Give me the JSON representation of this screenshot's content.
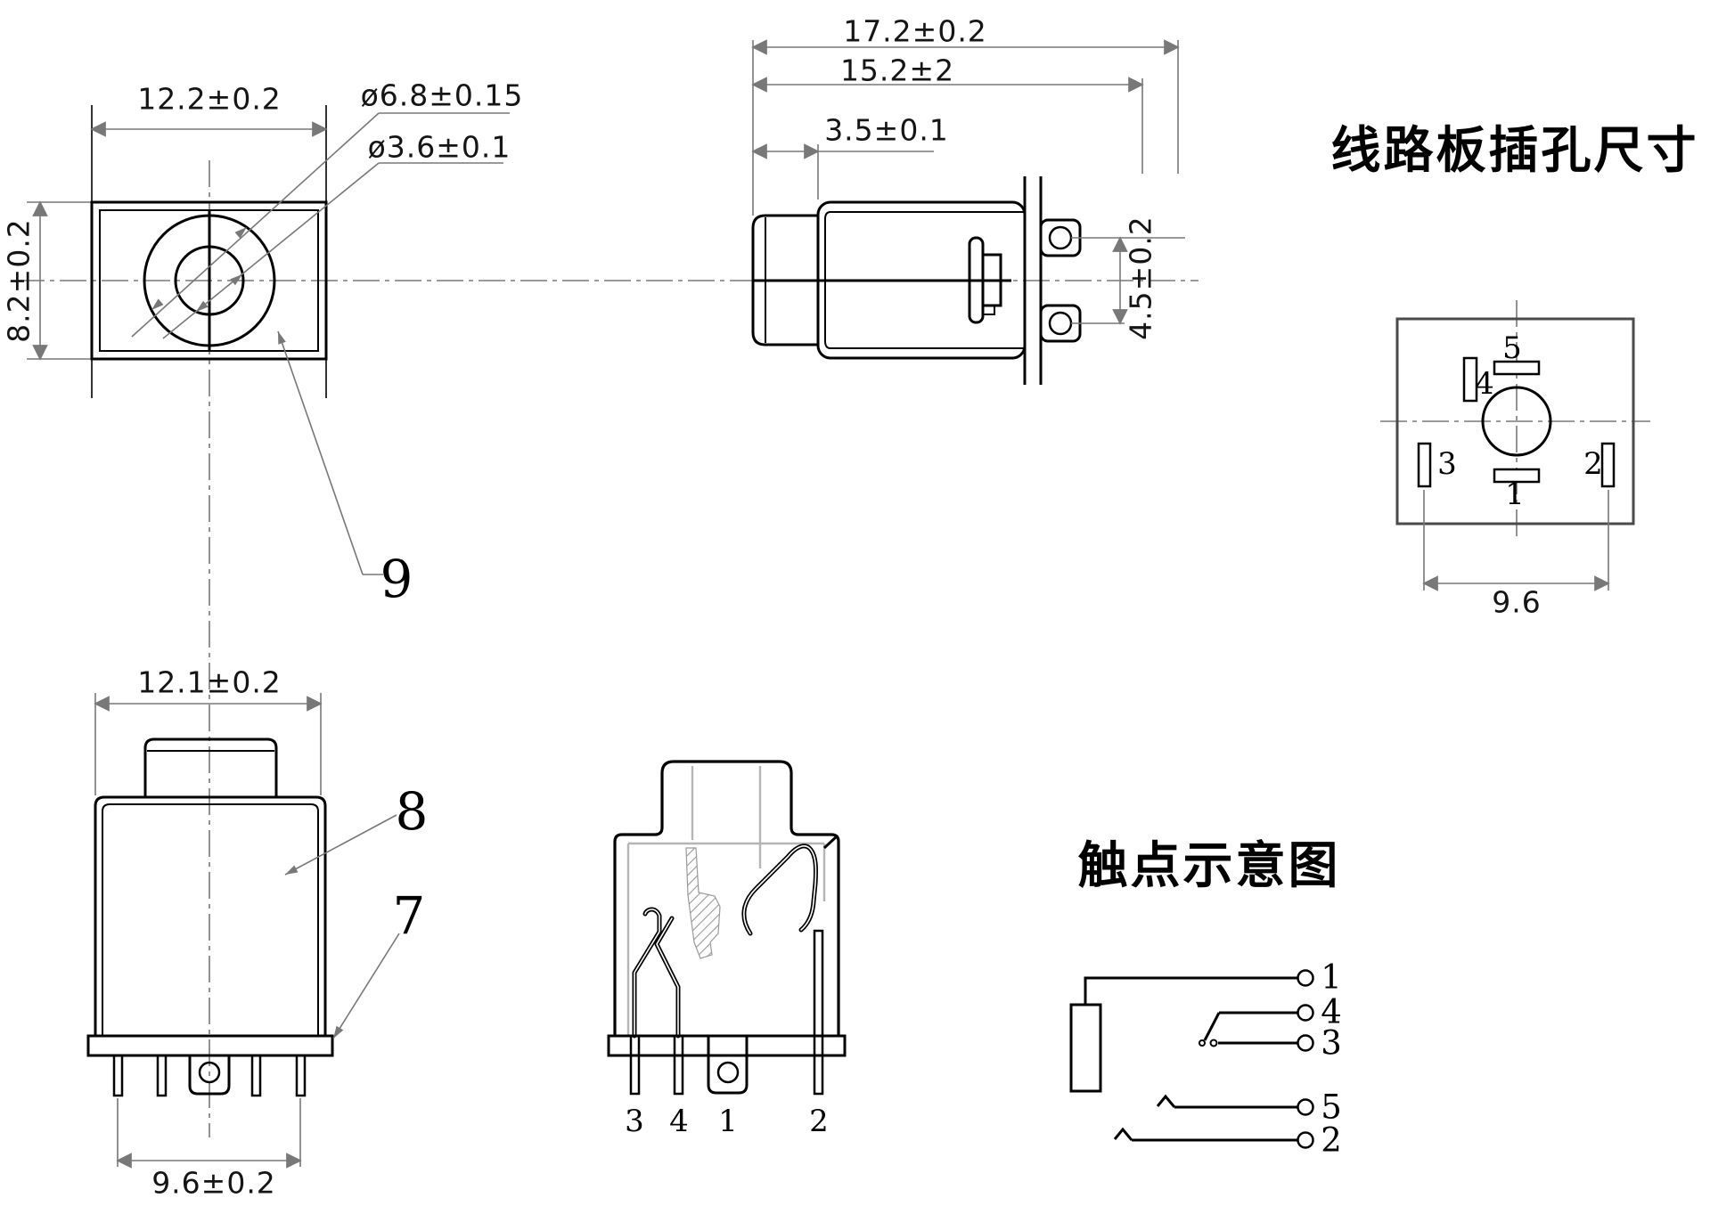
{
  "front_view": {
    "width_dim": "12.2±0.2",
    "height_dim": "8.2±0.2",
    "outer_dia_dim": "ø6.8±0.15",
    "inner_dia_dim": "ø3.6±0.1",
    "callout": "9"
  },
  "side_view": {
    "overall_dim": "17.2±0.2",
    "body_dim": "15.2±2",
    "collar_dim": "3.5±0.1",
    "lug_pitch_dim": "4.5±0.2"
  },
  "pcb_layout": {
    "title": "线路板插孔尺寸",
    "pad_top": "5",
    "pad_upper_left": "4",
    "pad_left": "3",
    "pad_right": "2",
    "pad_bottom": "1",
    "pitch_dim": "9.6"
  },
  "bottom_view": {
    "width_dim": "12.1±0.2",
    "pin_pitch_dim": "9.6±0.2",
    "callout_body": "8",
    "callout_base": "7"
  },
  "section_view": {
    "pin3": "3",
    "pin4": "4",
    "pin1": "1",
    "pin2": "2"
  },
  "contact_diagram": {
    "title": "触点示意图",
    "terminal1": "1",
    "terminal4": "4",
    "terminal3": "3",
    "terminal5": "5",
    "terminal2": "2"
  },
  "colors": {
    "line": "#000000",
    "dimension": "#787878",
    "background": "#ffffff"
  }
}
